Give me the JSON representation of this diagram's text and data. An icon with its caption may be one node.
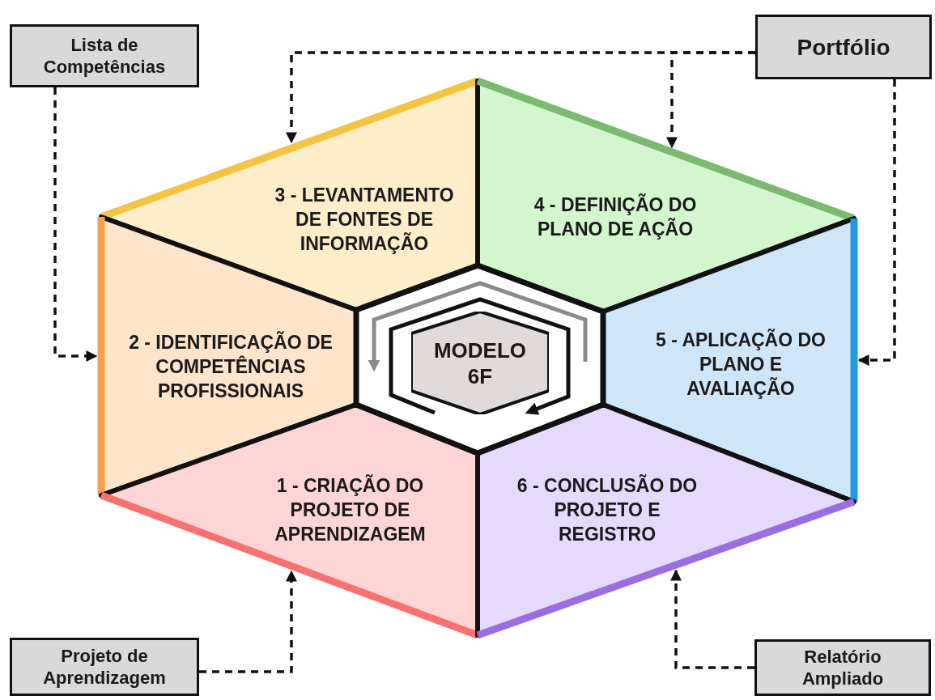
{
  "diagram": {
    "nodes": [
      {
        "text": [
          "Lista de Competências"
        ]
      },
      {
        "text": [
          "Portfólio"
        ]
      },
      {
        "text": [
          "3 - LEVANTAMENTO DE FONTES DE INFORMAÇÃO"
        ]
      },
      {
        "text": [
          "4 - DEFINIÇÃO DO PLANO DE AÇÃO"
        ]
      },
      {
        "text": [
          "2 - IDENTIFICAÇÃO DE COMPETÊNCIAS PROFISSIONAIS"
        ]
      },
      {
        "text": [
          "MODELO 6F"
        ]
      },
      {
        "text": [
          "5 - APLICAÇÃO DO PLANO E AVALIAÇÃO"
        ]
      },
      {
        "text": [
          "1 - CRIAÇÃO DO PROJETO DE APRENDIZAGEM"
        ]
      },
      {
        "text": [
          "6 - CONCLUSÃO DO PROJETO E REGISTRO"
        ]
      },
      {
        "text": [
          "Projeto de Aprendizagem"
        ]
      },
      {
        "text": [
          "Relatório Ampliado"
        ]
      }
    ],
    "edges": [
      {
        "from": 0,
        "to": 4,
        "arrow": "to",
        "style": "dashed"
      },
      {
        "from": 1,
        "to": 2,
        "arrow": "to",
        "style": "dashed"
      },
      {
        "from": 1,
        "to": 3,
        "arrow": "to",
        "style": "dashed"
      },
      {
        "from": 1,
        "to": 6,
        "arrow": "to",
        "style": "dashed"
      },
      {
        "from": 9,
        "to": 7,
        "arrow": "to",
        "style": "dashed"
      },
      {
        "from": 10,
        "to": 8,
        "arrow": "to",
        "style": "dashed"
      }
    ]
  }
}
